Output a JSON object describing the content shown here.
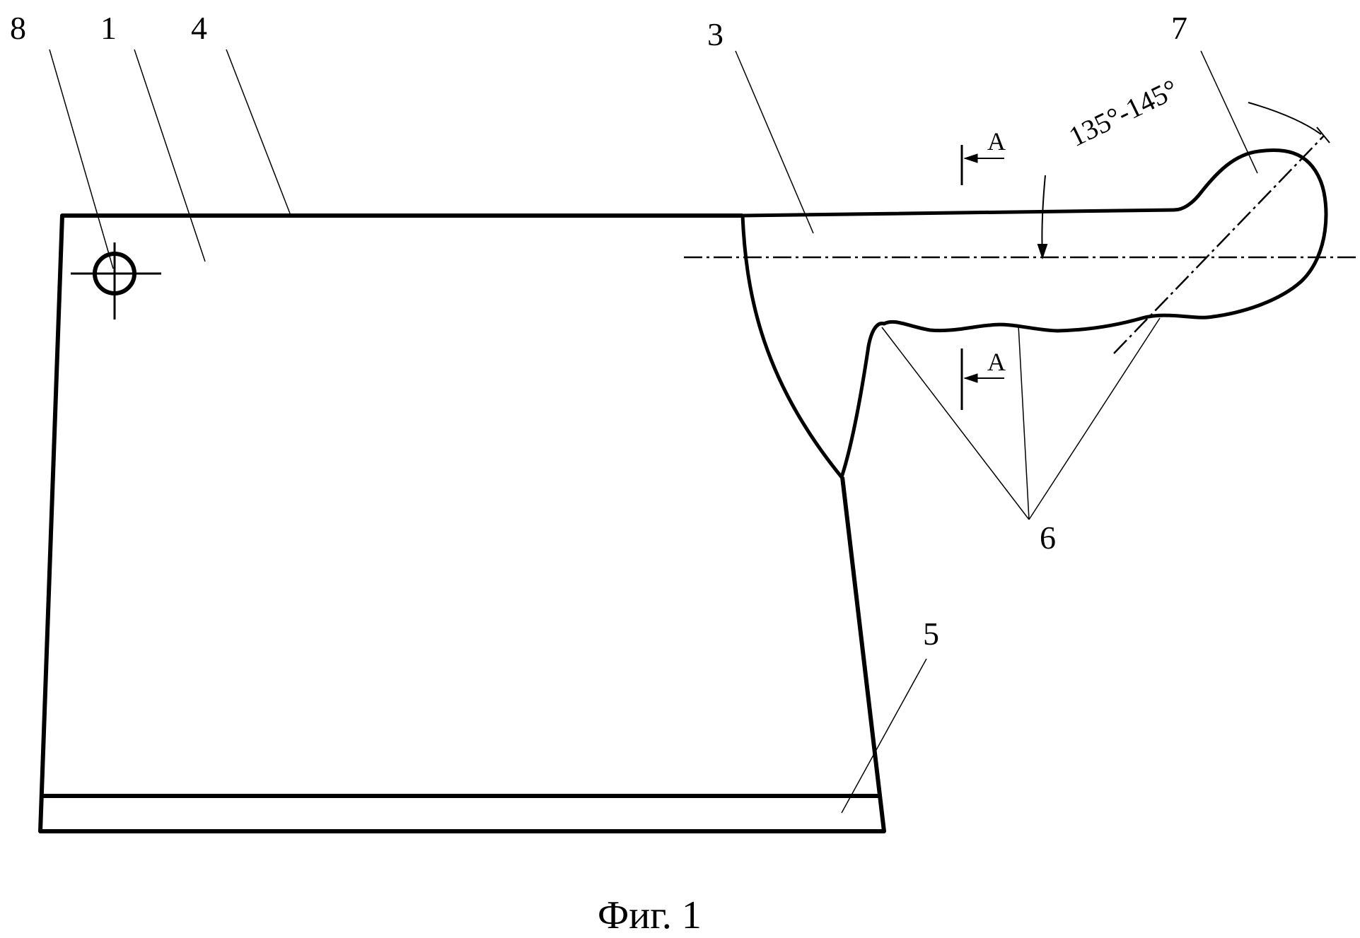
{
  "figure": {
    "caption": "Фиг. 1",
    "callouts": {
      "blade": "1",
      "handle": "3",
      "spine": "4",
      "cutting_edge": "5",
      "grip_recesses": "6",
      "pommel": "7",
      "hanging_hole": "8"
    },
    "section_marks": [
      "A",
      "A"
    ],
    "angle_label": "135°-145°"
  },
  "colors": {
    "ink": "#000000",
    "paper": "#ffffff"
  }
}
